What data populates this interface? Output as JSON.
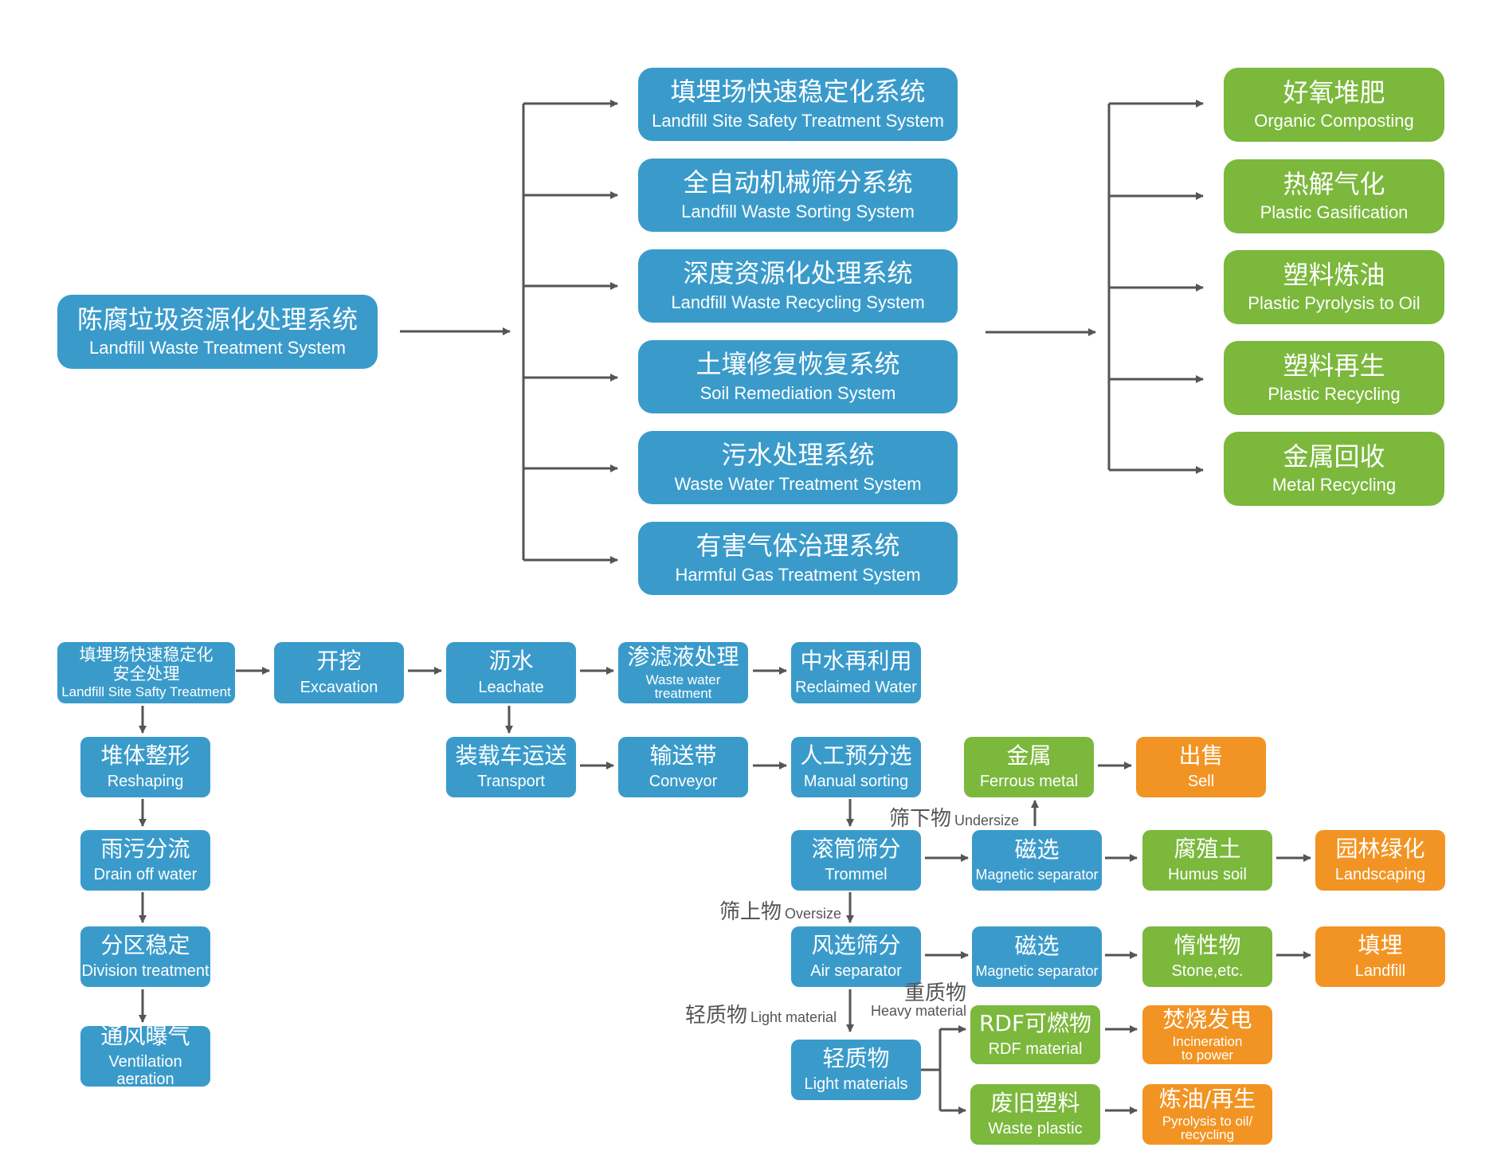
{
  "top": {
    "root": {
      "cn": "陈腐垃圾资源化处理系统",
      "en": "Landfill Waste Treatment System"
    },
    "systems": [
      {
        "cn": "填埋场快速稳定化系统",
        "en": "Landfill Site Safety Treatment System"
      },
      {
        "cn": "全自动机械筛分系统",
        "en": "Landfill Waste Sorting System"
      },
      {
        "cn": "深度资源化处理系统",
        "en": "Landfill Waste Recycling System"
      },
      {
        "cn": "土壤修复恢复系统",
        "en": "Soil Remediation System"
      },
      {
        "cn": "污水处理系统",
        "en": "Waste Water Treatment System"
      },
      {
        "cn": "有害气体治理系统",
        "en": "Harmful Gas Treatment System"
      }
    ],
    "outputs": [
      {
        "cn": "好氧堆肥",
        "en": "Organic Composting"
      },
      {
        "cn": "热解气化",
        "en": "Plastic Gasification"
      },
      {
        "cn": "塑料炼油",
        "en": "Plastic Pyrolysis to Oil"
      },
      {
        "cn": "塑料再生",
        "en": "Plastic Recycling"
      },
      {
        "cn": "金属回收",
        "en": "Metal Recycling"
      }
    ]
  },
  "process": {
    "site": {
      "cn1": "填埋场快速稳定化",
      "cn2": "安全处理",
      "en": "Landfill Site Safty Treatment"
    },
    "excavation": {
      "cn": "开挖",
      "en": "Excavation"
    },
    "leachate": {
      "cn": "沥水",
      "en": "Leachate"
    },
    "leachate_treat": {
      "cn": "渗滤液处理",
      "en1": "Waste water",
      "en2": "treatment"
    },
    "reclaimed": {
      "cn": "中水再利用",
      "en": "Reclaimed Water"
    },
    "reshaping": {
      "cn": "堆体整形",
      "en": "Reshaping"
    },
    "drain": {
      "cn": "雨污分流",
      "en": "Drain off water"
    },
    "division": {
      "cn": "分区稳定",
      "en": "Division treatment"
    },
    "ventilation": {
      "cn": "通风曝气",
      "en": "Ventilation aeration"
    },
    "transport": {
      "cn": "装载车运送",
      "en": "Transport"
    },
    "conveyor": {
      "cn": "输送带",
      "en": "Conveyor"
    },
    "manual": {
      "cn": "人工预分选",
      "en": "Manual sorting"
    },
    "ferrous": {
      "cn": "金属",
      "en": "Ferrous metal"
    },
    "sell": {
      "cn": "出售",
      "en": "Sell"
    },
    "trommel": {
      "cn": "滚筒筛分",
      "en": "Trommel"
    },
    "magnetic1": {
      "cn": "磁选",
      "en": "Magnetic separator"
    },
    "humus": {
      "cn": "腐殖土",
      "en": "Humus soil"
    },
    "landscaping": {
      "cn": "园林绿化",
      "en": "Landscaping"
    },
    "air": {
      "cn": "风选筛分",
      "en": "Air separator"
    },
    "magnetic2": {
      "cn": "磁选",
      "en": "Magnetic separator"
    },
    "inert": {
      "cn": "惰性物",
      "en": "Stone,etc."
    },
    "landfill": {
      "cn": "填埋",
      "en": "Landfill"
    },
    "rdf": {
      "cn": "RDF可燃物",
      "en": "RDF material"
    },
    "incineration": {
      "cn": "焚烧发电",
      "en1": "Incineration",
      "en2": "to power"
    },
    "light": {
      "cn": "轻质物",
      "en": "Light materials"
    },
    "waste_plastic": {
      "cn": "废旧塑料",
      "en": "Waste plastic"
    },
    "pyrolysis": {
      "cn": "炼油/再生",
      "en1": "Pyrolysis to oil/",
      "en2": "recycling"
    }
  },
  "labels": {
    "undersize": {
      "cn": "筛下物",
      "en": "Undersize"
    },
    "oversize": {
      "cn": "筛上物",
      "en": "Oversize"
    },
    "light_material": {
      "cn": "轻质物",
      "en": "Light material"
    },
    "heavy_material": {
      "cn": "重质物",
      "en": "Heavy material"
    }
  },
  "colors": {
    "blue": "#3a9bcb",
    "green": "#7bb83c",
    "orange": "#f29423",
    "arrow": "#555555"
  }
}
